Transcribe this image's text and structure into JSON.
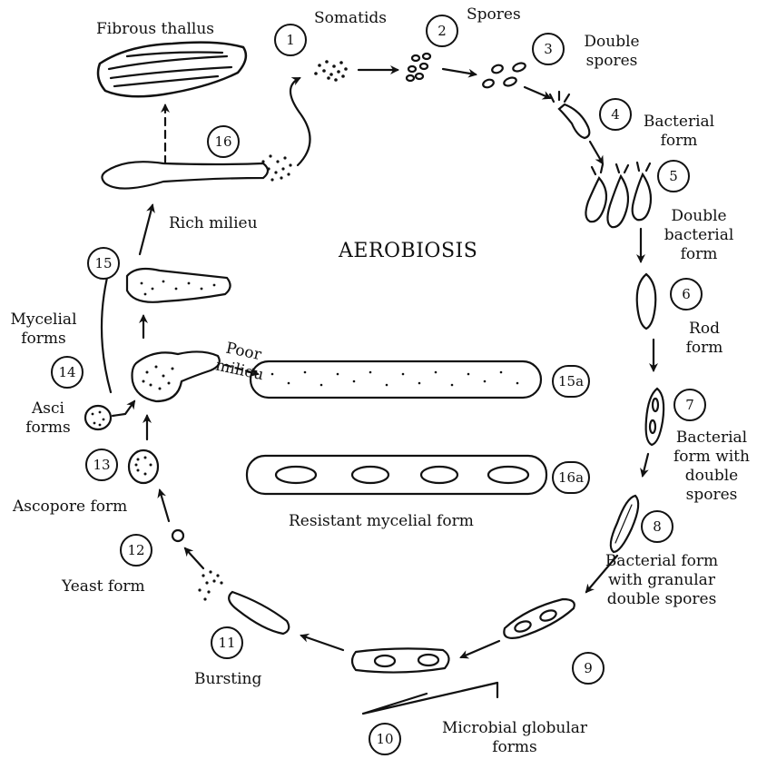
{
  "title": "AEROBIOSIS",
  "stages": [
    {
      "num": "1",
      "label": "Somatids"
    },
    {
      "num": "2",
      "label": "Spores"
    },
    {
      "num": "3",
      "label": "Double spores"
    },
    {
      "num": "4",
      "label": "Bacterial form"
    },
    {
      "num": "5",
      "label": "Double bacterial form"
    },
    {
      "num": "6",
      "label": "Rod form"
    },
    {
      "num": "7",
      "label": "Bacterial form with double spores"
    },
    {
      "num": "8",
      "label": "Bacterial form with granular double spores"
    },
    {
      "num": "9",
      "label": ""
    },
    {
      "num": "10",
      "label": "Microbial globular forms"
    },
    {
      "num": "11",
      "label": "Bursting"
    },
    {
      "num": "12",
      "label": "Yeast form"
    },
    {
      "num": "13",
      "label": "Ascopore form"
    },
    {
      "num": "14",
      "label": "Mycelial forms"
    },
    {
      "num": "15",
      "label": "Rich milieu"
    },
    {
      "num": "16",
      "label": ""
    },
    {
      "num": "15a",
      "label": ""
    },
    {
      "num": "16a",
      "label": "Resistant mycelial form"
    }
  ],
  "labels": {
    "fibrous_thallus": "Fibrous thallus",
    "asci_forms": "Asci forms",
    "poor_milieu": "Poor milieu"
  }
}
